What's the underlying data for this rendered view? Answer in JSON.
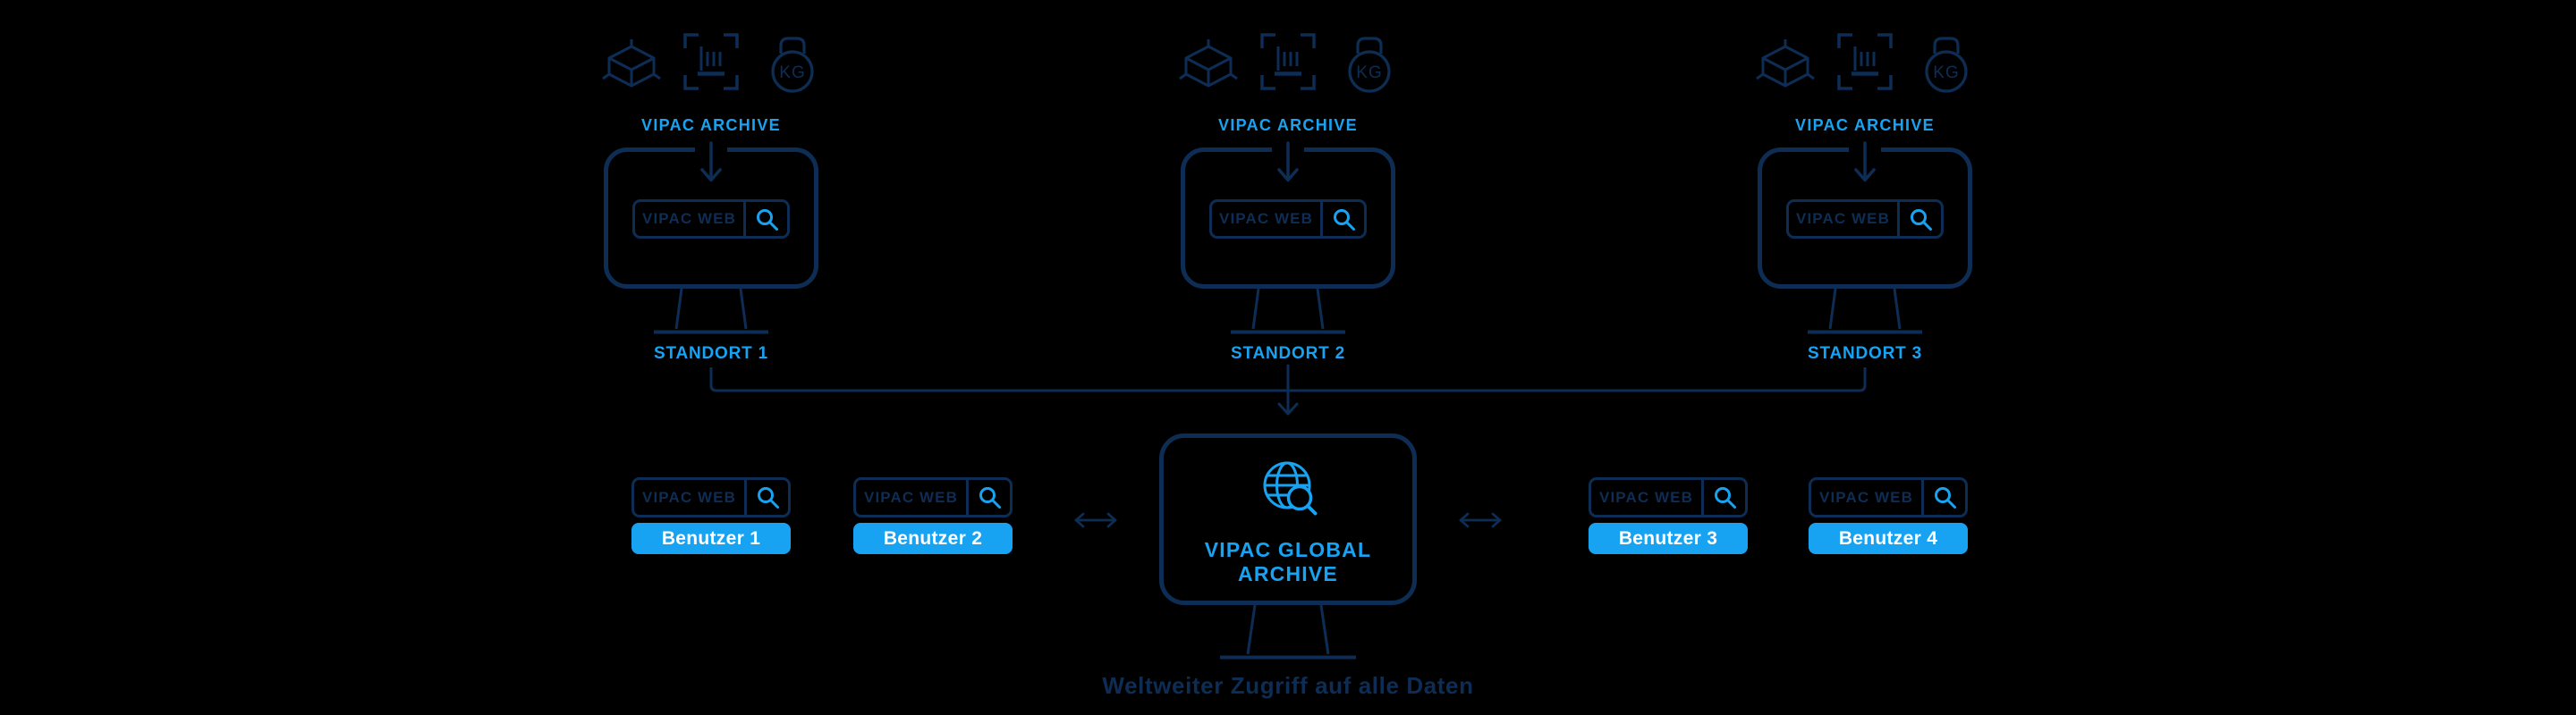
{
  "colors": {
    "background": "#000000",
    "navy": "#0E2D55",
    "cyan": "#18A3F2",
    "button_text": "#FFFFFF"
  },
  "sites": [
    {
      "archive_label": "VIPAC ARCHIVE",
      "search_value": "VIPAC WEB",
      "location_label": "STANDORT 1"
    },
    {
      "archive_label": "VIPAC ARCHIVE",
      "search_value": "VIPAC WEB",
      "location_label": "STANDORT 2"
    },
    {
      "archive_label": "VIPAC ARCHIVE",
      "search_value": "VIPAC WEB",
      "location_label": "STANDORT 3"
    }
  ],
  "global_archive": {
    "title_line1": "VIPAC GLOBAL",
    "title_line2": "ARCHIVE",
    "caption": "Weltweiter Zugriff auf alle Daten"
  },
  "users": [
    {
      "search_value": "VIPAC WEB",
      "label": "Benutzer 1"
    },
    {
      "search_value": "VIPAC WEB",
      "label": "Benutzer 2"
    },
    {
      "search_value": "VIPAC WEB",
      "label": "Benutzer 3"
    },
    {
      "search_value": "VIPAC WEB",
      "label": "Benutzer 4"
    }
  ],
  "icons": {
    "kg_text": "KG",
    "names": [
      "dimensions-cube-icon",
      "barcode-scan-icon",
      "kg-weight-icon",
      "search-icon",
      "globe-search-icon",
      "down-arrow-icon",
      "sync-arrow-icon"
    ]
  }
}
